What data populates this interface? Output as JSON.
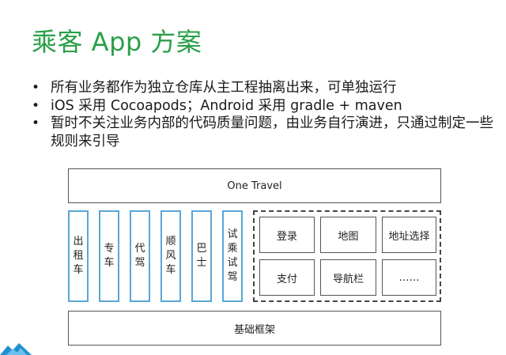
{
  "title": "乘客 App 方案",
  "bullets": [
    "所有业务都作为独立仓库从主工程抽离出来，可单独运行",
    "iOS 采用 Cocoapods；Android 采用 gradle + maven",
    "暂时不关注业务内部的代码质量问题，由业务自行演进，只通过制定一些规则来引导"
  ],
  "diagram": {
    "top_label": "One Travel",
    "business_lines": [
      "出租车",
      "专车",
      "代驾",
      "顺风车",
      "巴士",
      "试乘试驾"
    ],
    "modules": [
      "登录",
      "地图",
      "地址选择",
      "支付",
      "导航栏",
      "……"
    ],
    "base_label": "基础框架"
  },
  "colors": {
    "title": "#2aa04a",
    "business_border": "#5aa6d6",
    "logo": "#1e90d0"
  },
  "icons": {
    "corner_logo": "mountain-logo-icon"
  }
}
